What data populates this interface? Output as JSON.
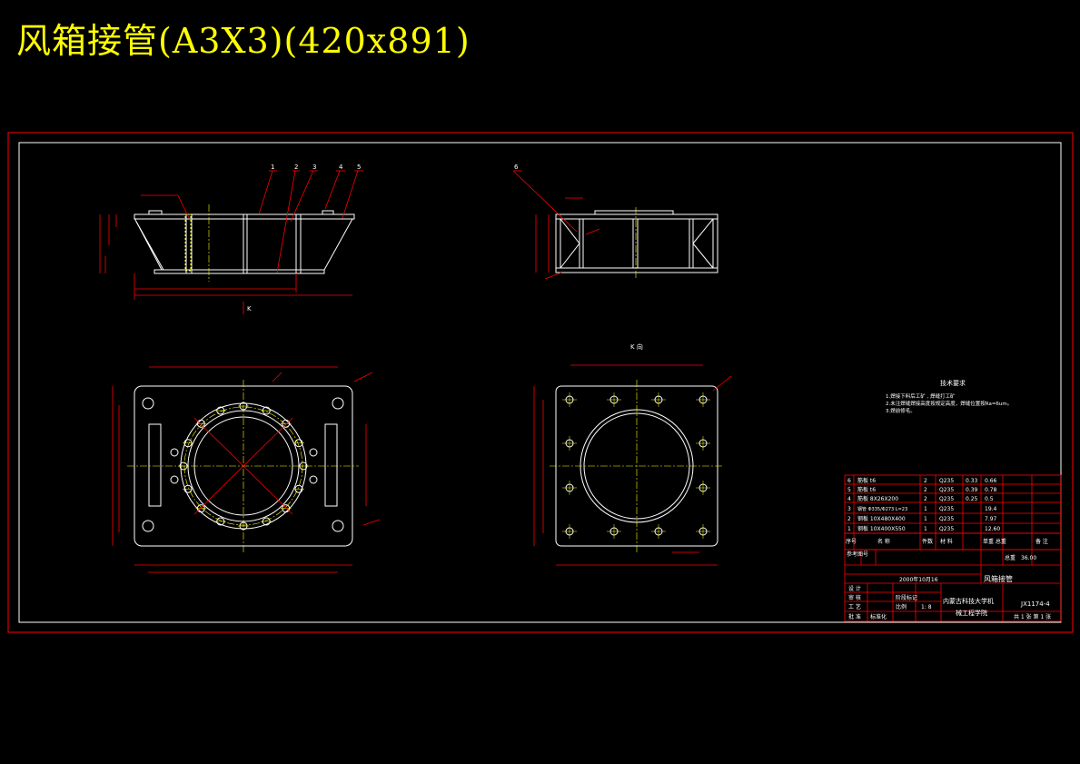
{
  "header": {
    "title": "风箱接管(A3X3)(420x891)"
  },
  "colors": {
    "background": "#000000",
    "border": "#ff0000",
    "geometry": "#ffffff",
    "dims": "#ff0000",
    "centerlines": "#ffff00",
    "title": "#ffff00"
  },
  "views": {
    "front_view": {
      "balloons": [
        "1",
        "2",
        "3",
        "4",
        "5"
      ],
      "view_arrow": "K"
    },
    "side_view": {
      "balloons": [
        "6"
      ]
    },
    "k_view": {
      "label": "K 向"
    }
  },
  "technical_requirements": {
    "title": "技术要求",
    "items": [
      "1.焊接下料后工矿 , 焊缝打工矿",
      "2.未注焊缝焊接高度按规定高度，焊缝位置按Ra=6um。",
      "3.焊前修毛。"
    ]
  },
  "bom": {
    "rows": [
      {
        "no": "6",
        "name": "筋板 t6",
        "qty": "2",
        "material": "Q235",
        "unit_weight": "0.33",
        "total_weight": "0.66"
      },
      {
        "no": "5",
        "name": "筋板 t6",
        "qty": "2",
        "material": "Q235",
        "unit_weight": "0.39",
        "total_weight": "0.78"
      },
      {
        "no": "4",
        "name": "筋板 8X26X200",
        "qty": "2",
        "material": "Q235",
        "unit_weight": "0.25",
        "total_weight": "0.5"
      },
      {
        "no": "3",
        "name": "钢管 Φ335/Φ273 L=23",
        "qty": "1",
        "material": "Q235",
        "unit_weight": "",
        "total_weight": "19.4"
      },
      {
        "no": "2",
        "name": "钢板 10X480X400",
        "qty": "1",
        "material": "Q235",
        "unit_weight": "",
        "total_weight": "7.97"
      },
      {
        "no": "1",
        "name": "钢板 10X400X550",
        "qty": "1",
        "material": "Q235",
        "unit_weight": "",
        "total_weight": "12.60"
      }
    ],
    "headers": {
      "no": "序号",
      "name": "名 称",
      "qty": "件数",
      "material": "材 料",
      "weight": "单重 总重",
      "remark": "备 注"
    }
  },
  "title_block": {
    "part_name": "风箱接管",
    "school_line1": "内蒙古科技大学机",
    "school_line2": "械工程学院",
    "drawing_no": "JX1174-4",
    "sheet": "共 1 张 第 1 张",
    "scale": "1: 8",
    "total_weight_label": "总重",
    "total_weight": "36.00",
    "ref_label": "参考图号",
    "date": "2000年10月16",
    "rows": [
      "设 计",
      "审 核",
      "工 艺",
      "批 准"
    ],
    "drawn_by": "标准化",
    "stage_label": "阶段标记",
    "copy_label": "比例"
  }
}
